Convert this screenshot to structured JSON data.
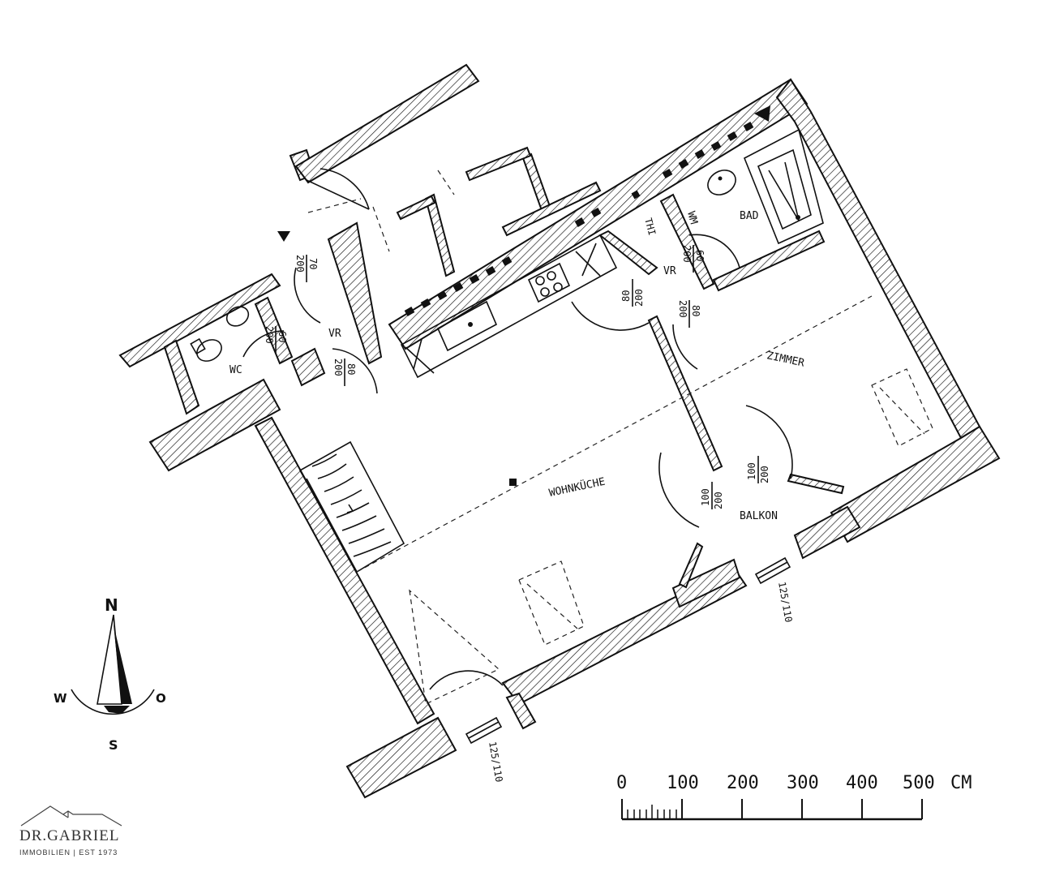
{
  "rooms": {
    "wohnkueche": "WOHNKÜCHE",
    "zimmer": "ZIMMER",
    "bad": "BAD",
    "wc": "WC",
    "vr_left": "VR",
    "vr_right": "VR",
    "balkon": "BALKON",
    "wm": "WM"
  },
  "door_dims": {
    "d1_w": "70",
    "d1_h": "200",
    "d2_w": "60",
    "d2_h": "200",
    "d3_w": "80",
    "d3_h": "200",
    "d4_w": "60",
    "d4_h": "200",
    "d5_w": "80",
    "d5_h": "200",
    "d6_w": "80",
    "d6_h": "200",
    "d7_w": "100",
    "d7_h": "200",
    "d8_w": "100",
    "d8_h": "200",
    "thi": "THI"
  },
  "window_dims": {
    "w1": "125/110",
    "w2": "125/110"
  },
  "compass": {
    "north": "N",
    "south": "S",
    "west": "W",
    "east": "O"
  },
  "scale": {
    "labels": [
      "0",
      "100",
      "200",
      "300",
      "400",
      "500"
    ],
    "unit": "CM"
  },
  "logo": {
    "name": "DR.GABRIEL",
    "tagline": "IMMOBILIEN | EST 1973"
  }
}
